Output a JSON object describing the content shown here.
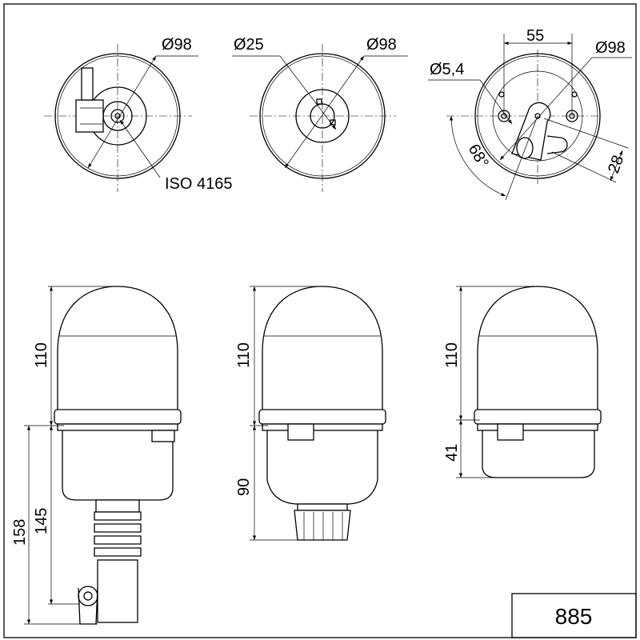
{
  "title_block": {
    "number": "885"
  },
  "top_views": {
    "view1": {
      "diameter": "Ø98",
      "mount": "ISO 4165"
    },
    "view2": {
      "inner_diameter": "Ø25",
      "diameter": "Ø98"
    },
    "view3": {
      "spacing": "55",
      "diameter": "Ø98",
      "hole": "Ø5,4",
      "angle": "68°",
      "offset": "28"
    }
  },
  "side_views": {
    "view1": {
      "dome_height": "110",
      "total_height": "158",
      "base_height": "145"
    },
    "view2": {
      "dome_height": "110",
      "base_height": "90"
    },
    "view3": {
      "dome_height": "110",
      "base_height": "41"
    }
  }
}
